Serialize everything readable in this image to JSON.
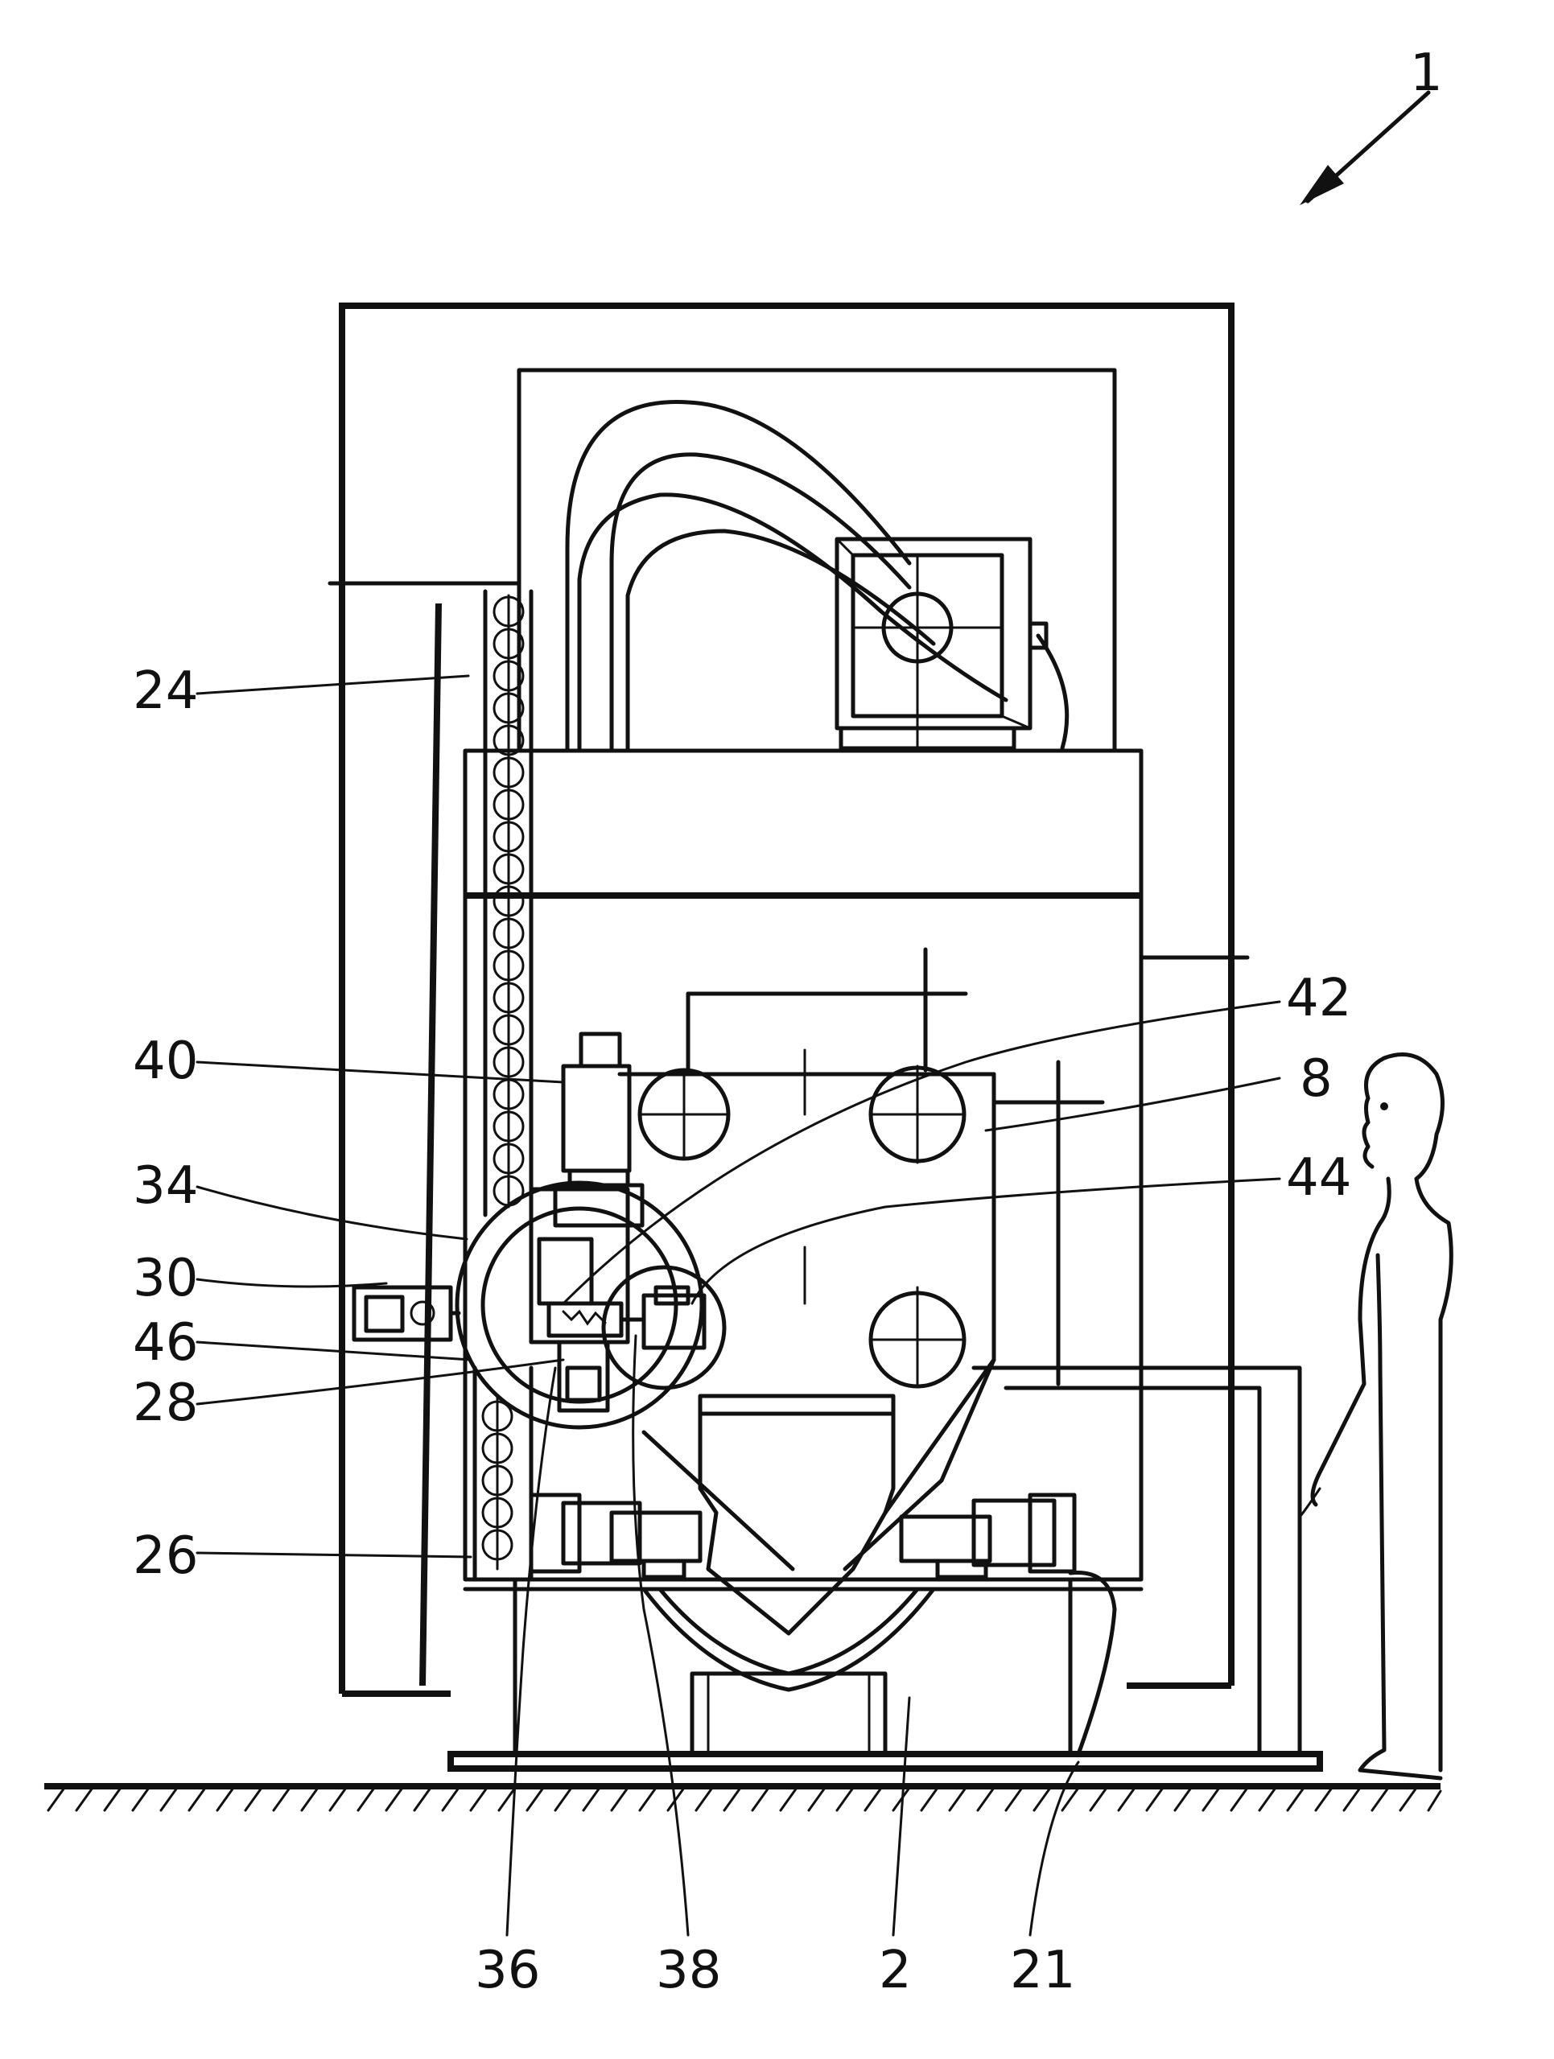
{
  "figure": {
    "reference_numerals": {
      "n1": "1",
      "n24": "24",
      "n40": "40",
      "n34": "34",
      "n30": "30",
      "n46": "46",
      "n28": "28",
      "n26": "26",
      "n42": "42",
      "n8": "8",
      "n44": "44",
      "n36": "36",
      "n38": "38",
      "n2": "2",
      "n21": "21"
    }
  }
}
